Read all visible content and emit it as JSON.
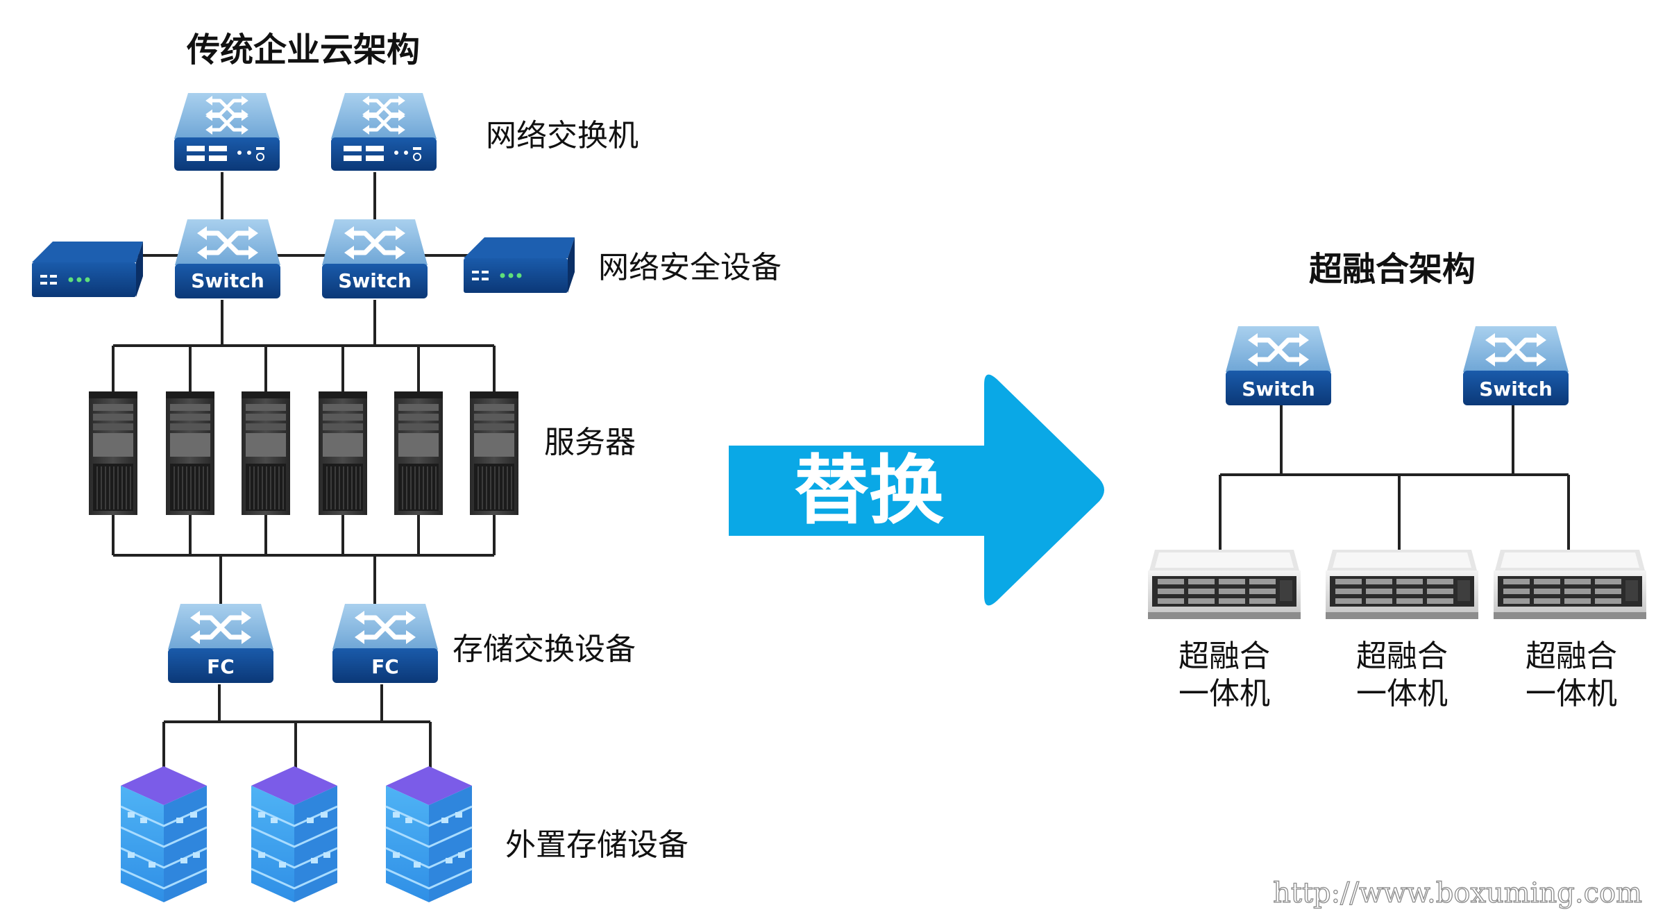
{
  "traditional": {
    "title": "传统企业云架构",
    "network_switch_label": "网络交换机",
    "security_label": "网络安全设备",
    "server_label": "服务器",
    "storage_switch_label": "存储交换设备",
    "external_storage_label": "外置存储设备",
    "switch_text": "Switch",
    "fc_text": "FC"
  },
  "arrow": {
    "label": "替换",
    "color": "#0aa8e6"
  },
  "hci": {
    "title": "超融合架构",
    "switch_text": "Switch",
    "node_line1": "超融合",
    "node_line2": "一体机"
  },
  "watermark": "http://www.boxuming.com",
  "colors": {
    "device_top": "#8fc0e6",
    "device_base": "#0c3f86",
    "storage_face": "#3fa0ef",
    "storage_top": "#7a5be8"
  }
}
